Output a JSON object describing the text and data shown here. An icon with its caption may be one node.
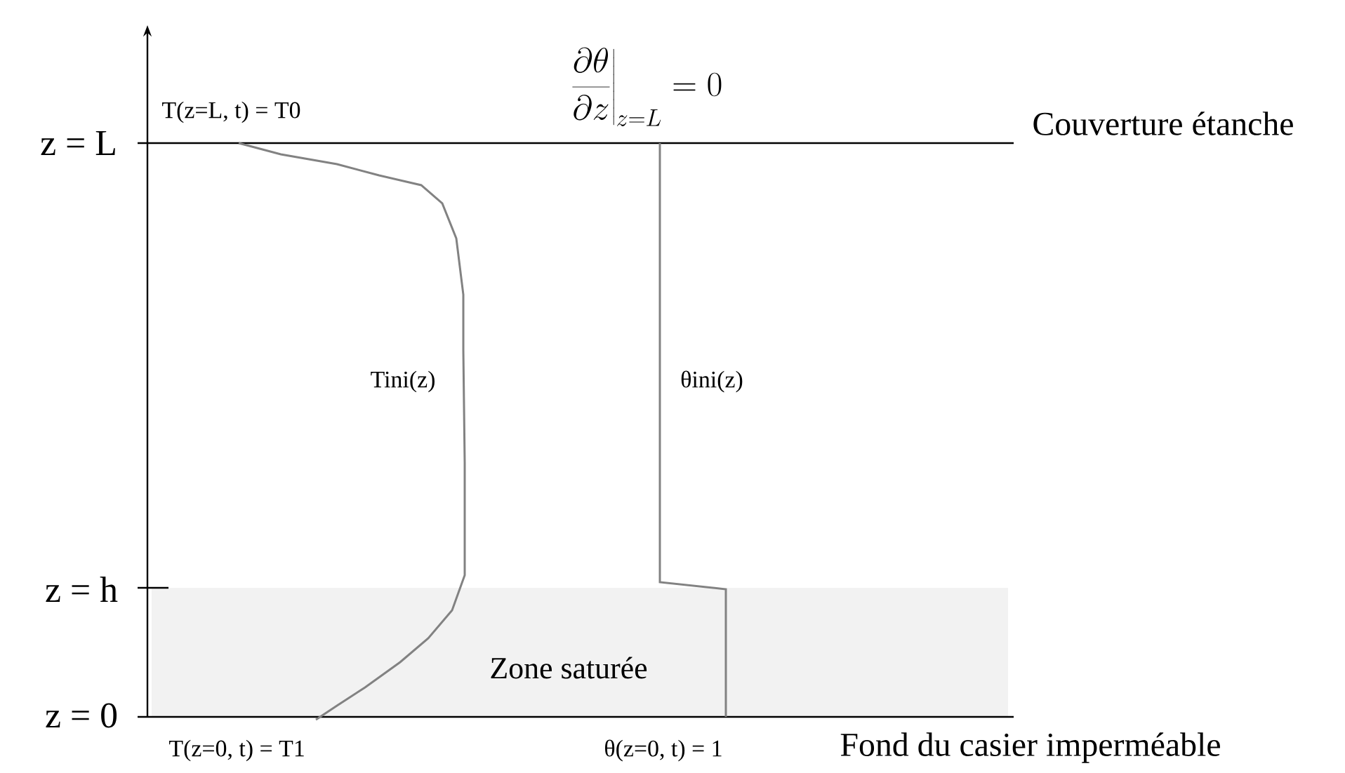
{
  "diagram": {
    "nodes": [
      {
        "text": [
          "Zone saturée"
        ]
      }
    ],
    "labels": [
      "T(z=L, t) = T0",
      "\\left.\\frac{\\partial\\theta}{\\partial z}\\right|_{z=L} = 0",
      "Couverture étanche",
      "z = L",
      "Tini(z)",
      "θini(z)",
      "z = h",
      "z = 0",
      "T(z=0, t) = T1",
      "θ(z=0, t) = 1",
      "Fond du casier imperméable"
    ]
  }
}
